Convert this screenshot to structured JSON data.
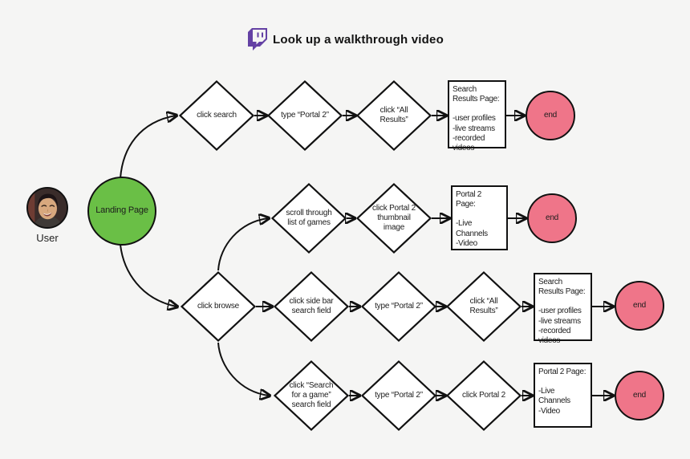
{
  "title": {
    "text": "Look up a walkthrough video",
    "logo": "twitch-icon"
  },
  "actor": {
    "label": "User"
  },
  "start": {
    "label": "Landing Page"
  },
  "end_label": "end",
  "rows": [
    {
      "steps": [
        "click search",
        "type “Portal 2”",
        "click “All Results”"
      ],
      "page": {
        "title": "Search Results Page:",
        "items": [
          "-user profiles",
          "-live streams",
          "-recorded videos"
        ]
      }
    },
    {
      "steps": [
        "scroll through list of games",
        "click Portal 2 thumbnail image"
      ],
      "page": {
        "title": "Portal 2 Page:",
        "items": [
          "-Live Channels",
          "-Video"
        ]
      }
    },
    {
      "steps": [
        "click browse",
        "click side bar search field",
        "type “Portal 2”",
        "click “All Results”"
      ],
      "page": {
        "title": "Search Results Page:",
        "items": [
          "-user profiles",
          "-live streams",
          "-recorded videos"
        ]
      }
    },
    {
      "steps": [
        "click “Search for a game” search field",
        "type “Portal 2”",
        "click Portal 2"
      ],
      "page": {
        "title": "Portal 2 Page:",
        "items": [
          "-Live Channels",
          "-Video"
        ]
      }
    }
  ],
  "colors": {
    "background": "#f5f5f4",
    "node_fill": "#ffffff",
    "stroke": "#111111",
    "start_fill": "#6abf46",
    "end_fill": "#ef7589",
    "twitch_purple": "#6441a4",
    "text": "#1c1c1c"
  }
}
